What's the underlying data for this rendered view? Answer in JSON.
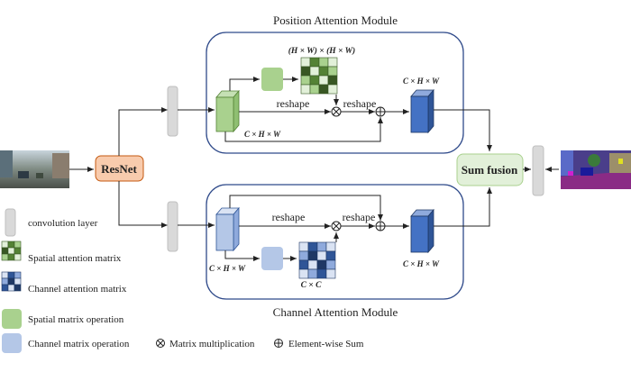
{
  "modules": {
    "position_title": "Position Attention Module",
    "channel_title": "Channel Attention Module"
  },
  "blocks": {
    "backbone": "ResNet",
    "fusion": "Sum fusion"
  },
  "labels": {
    "reshape": "reshape",
    "hw_x_hw": "(H × W) × (H × W)",
    "chw": "C × H × W",
    "cxc": "C × C"
  },
  "legend": {
    "conv": "convolution layer",
    "spatial_matrix": "Spatial attention matrix",
    "channel_matrix": "Channel attention matrix",
    "spatial_op": "Spatial matrix operation",
    "channel_op": "Channel matrix operation",
    "mult": "Matrix multiplication",
    "sum": "Element-wise Sum"
  },
  "colors": {
    "green": "#a9d18e",
    "green_dark": "#548235",
    "blue_light": "#b4c7e7",
    "blue_dark": "#2f5597",
    "orange": "#f8cbad",
    "gray": "#d9d9d9"
  }
}
